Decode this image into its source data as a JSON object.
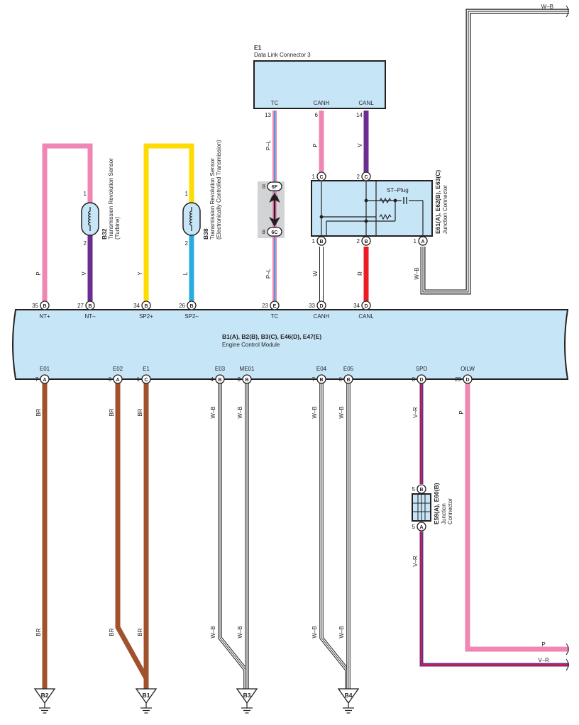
{
  "colors": {
    "pink": "#ef86b4",
    "violet": "#6b2d8f",
    "yellow": "#ffdc00",
    "blue": "#29abe2",
    "red": "#ed1c24",
    "brown": "#a0522d",
    "white_black": "#ffffff",
    "component_fill": "#c6e6f7",
    "gray_block": "#d1d3d4",
    "line": "#231f20"
  },
  "dlc": {
    "code": "E1",
    "name": "Data Link Connector 3",
    "pins": [
      {
        "label": "TC",
        "num": "13",
        "wire": "P–L"
      },
      {
        "label": "CANH",
        "num": "6",
        "wire": "P"
      },
      {
        "label": "CANL",
        "num": "14",
        "wire": "V"
      }
    ]
  },
  "sensor_turbine": {
    "code": "B32",
    "name": "Transmission Revolution Sensor",
    "sub": "(Turbine)",
    "pin1": "1",
    "pin2": "2"
  },
  "sensor_ect": {
    "code": "B38",
    "name": "Transmission Revolution Sensor",
    "sub": "(Electronically Controlled Transmission)",
    "pin1": "1",
    "pin2": "2"
  },
  "junction_6": {
    "pin_top": "8",
    "code_top": "6F",
    "pin_bottom": "8",
    "code_bottom": "6C"
  },
  "junction_e61": {
    "codes": "E61(A), E62(B), E63(C)",
    "name": "Junction Connector",
    "st_plug": "ST–Plug",
    "top_pins": [
      {
        "num": "1",
        "code": "C"
      },
      {
        "num": "2",
        "code": "C"
      }
    ],
    "bottom_pins": [
      {
        "num": "1",
        "code": "B"
      },
      {
        "num": "2",
        "code": "B"
      },
      {
        "num": "1",
        "code": "A"
      }
    ]
  },
  "junction_e59": {
    "codes": "E59(A), E60(B)",
    "name1": "Junction",
    "name2": "Connector",
    "pin_top_num": "5",
    "pin_top_code": "B",
    "pin_bottom_num": "5",
    "pin_bottom_code": "A"
  },
  "ecm": {
    "codes": "B1(A), B2(B), B3(C), E46(D), E47(E)",
    "name": "Engine Control Module",
    "top_pins": [
      {
        "num": "35",
        "code": "B",
        "label": "NT+",
        "wire": "P"
      },
      {
        "num": "27",
        "code": "B",
        "label": "NT–",
        "wire": "V"
      },
      {
        "num": "34",
        "code": "B",
        "label": "SP2+",
        "wire": "Y"
      },
      {
        "num": "26",
        "code": "B",
        "label": "SP2–",
        "wire": "L"
      },
      {
        "num": "23",
        "code": "E",
        "label": "TC",
        "wire": "P–L"
      },
      {
        "num": "33",
        "code": "D",
        "label": "CANH",
        "wire": "W"
      },
      {
        "num": "34",
        "code": "D",
        "label": "CANL",
        "wire": "R"
      }
    ],
    "bottom_pins": [
      {
        "num": "7",
        "code": "A",
        "label": "E01",
        "wire": "BR"
      },
      {
        "num": "6",
        "code": "A",
        "label": "E02",
        "wire": "BR"
      },
      {
        "num": "1",
        "code": "C",
        "label": "E1",
        "wire": "BR"
      },
      {
        "num": "4",
        "code": "B",
        "label": "E03",
        "wire": "W–B"
      },
      {
        "num": "3",
        "code": "B",
        "label": "ME01",
        "wire": "W–B"
      },
      {
        "num": "7",
        "code": "B",
        "label": "E04",
        "wire": "W–B"
      },
      {
        "num": "6",
        "code": "B",
        "label": "E05",
        "wire": "W–B"
      },
      {
        "num": "8",
        "code": "D",
        "label": "SPD",
        "wire": "V–R"
      },
      {
        "num": "29",
        "code": "D",
        "label": "OILW",
        "wire": "P"
      }
    ]
  },
  "wires": {
    "top_right": "W–B",
    "e61_out": "W–B",
    "spd_below": "V–R",
    "right_p": "P",
    "right_vr": "V–R"
  },
  "grounds": [
    "B2",
    "B1",
    "B3",
    "B4"
  ],
  "lower_wire_labels": [
    "BR",
    "BR",
    "BR",
    "W–B",
    "W–B",
    "W–B",
    "W–B"
  ]
}
